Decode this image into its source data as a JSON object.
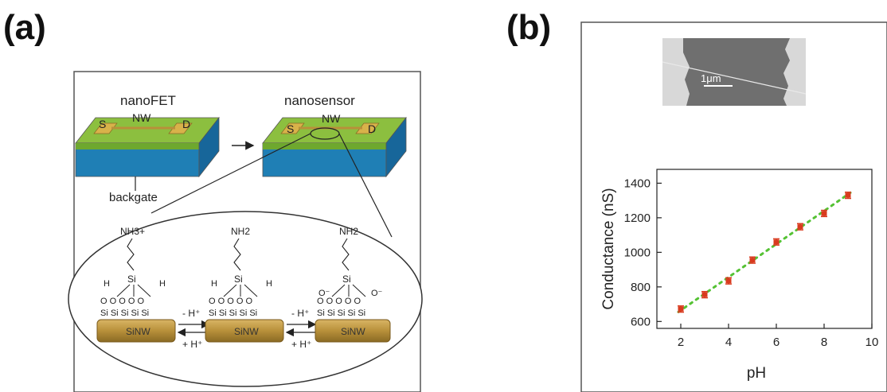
{
  "panel_a": {
    "letter": "(a)",
    "label_nanofet": "nanoFET",
    "label_nanosensor": "nanosensor",
    "label_backgate": "backgate",
    "label_s": "S",
    "label_d": "D",
    "label_nw": "NW",
    "wire_label": "SiNW",
    "amine_protonated": "NH3+",
    "amine_neutral": "NH2",
    "silicon": "Si",
    "hydrogen": "H",
    "oxygen": "O",
    "oxygen_neg": "O⁻",
    "arrow_forward_1": "- H⁺",
    "arrow_back_1": "+ H⁺",
    "arrow_forward_2": "- H⁺",
    "arrow_back_2": "+ H⁺",
    "colors": {
      "substrate_green": "#8cbf3f",
      "substrate_blue": "#1f7fb5",
      "wire_gold": "#b8903a",
      "contact": "#d8b24a"
    }
  },
  "panel_b": {
    "letter": "(b)",
    "scale_bar_label": "1μm"
  },
  "chart_data": {
    "type": "scatter",
    "xlabel": "pH",
    "ylabel": "Conductance (nS)",
    "xlim": [
      1,
      10
    ],
    "ylim": [
      560,
      1480
    ],
    "xticks": [
      2,
      4,
      6,
      8,
      10
    ],
    "yticks": [
      600,
      800,
      1000,
      1200,
      1400
    ],
    "x": [
      2,
      3,
      4,
      5,
      6,
      7,
      8,
      9
    ],
    "y": [
      672,
      755,
      835,
      955,
      1060,
      1148,
      1225,
      1330
    ],
    "errors": [
      18,
      18,
      18,
      18,
      18,
      18,
      18,
      18
    ],
    "fit": {
      "x": [
        1.9,
        9.1
      ],
      "y": [
        655,
        1345
      ]
    },
    "colors": {
      "marker": "#d93a1e",
      "fit_line": "#55c234"
    }
  }
}
